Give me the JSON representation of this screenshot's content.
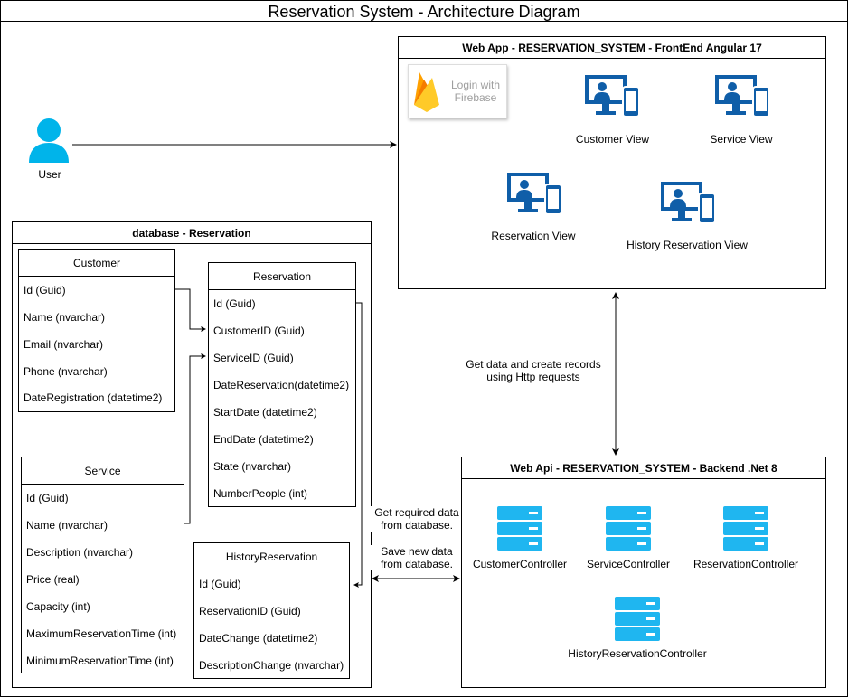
{
  "diagram": {
    "title": "Reservation System  - Architecture Diagram",
    "user_label": "User",
    "webapp": {
      "title": "Web App - RESERVATION_SYSTEM - FrontEnd Angular 17",
      "firebase_label": "Login with Firebase",
      "views": [
        "Customer View",
        "Service View",
        "Reservation View",
        "History Reservation View"
      ]
    },
    "database": {
      "title": "database - Reservation",
      "tables": {
        "customer": {
          "name": "Customer",
          "fields": [
            "Id (Guid)",
            "Name (nvarchar)",
            "Email (nvarchar)",
            "Phone (nvarchar)",
            "DateRegistration (datetime2)"
          ]
        },
        "reservation": {
          "name": "Reservation",
          "fields": [
            "Id (Guid)",
            "CustomerID (Guid)",
            "ServiceID (Guid)",
            "DateReservation(datetime2)",
            "StartDate (datetime2)",
            "EndDate (datetime2)",
            "State (nvarchar)",
            "NumberPeople (int)"
          ]
        },
        "service": {
          "name": "Service",
          "fields": [
            "Id (Guid)",
            "Name (nvarchar)",
            "Description (nvarchar)",
            "Price (real)",
            "Capacity (int)",
            "MaximumReservationTime (int)",
            "MinimumReservationTime (int)"
          ]
        },
        "history": {
          "name": "HistoryReservation",
          "fields": [
            "Id (Guid)",
            "ReservationID (Guid)",
            "DateChange (datetime2)",
            "DescriptionChange (nvarchar)"
          ]
        }
      }
    },
    "webapi": {
      "title": "Web Api - RESERVATION_SYSTEM - Backend .Net 8",
      "controllers": [
        "CustomerController",
        "ServiceController",
        "ReservationController",
        "HistoryReservationController"
      ]
    },
    "edge_labels": {
      "http": [
        "Get data and  create records",
        "using Http requests"
      ],
      "db_get": [
        "Get required data",
        "from database."
      ],
      "db_save": [
        "Save new data",
        "from database."
      ]
    },
    "colors": {
      "user_icon": "#00b4ea",
      "device_icon": "#0f5ea8",
      "server_icon": "#1fb6f0",
      "firebase_text": "#9e9e9e"
    }
  }
}
